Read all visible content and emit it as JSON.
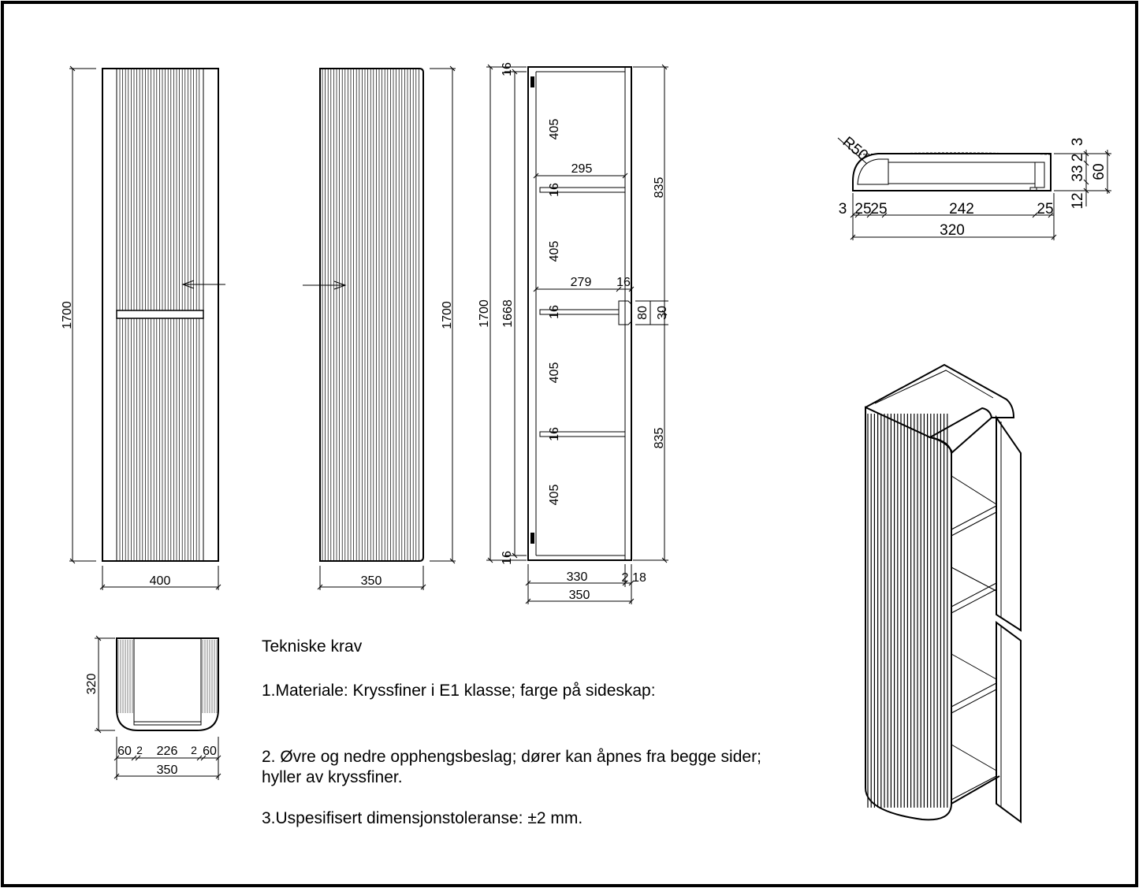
{
  "drawing": {
    "front_view": {
      "height": "1700",
      "width": "400"
    },
    "side_view": {
      "height": "1700",
      "width": "350"
    },
    "section_view": {
      "top_board": "16",
      "bottom_board": "16",
      "compartments": [
        "405",
        "405",
        "405",
        "405"
      ],
      "shelf_thickness": [
        "16",
        "16",
        "16"
      ],
      "inner_width_top": "295",
      "inner_width_mid": "279",
      "mid_gap": "16",
      "bracket_a": "80",
      "bracket_b": "30",
      "overall_outer": "1700",
      "overall_inner": "1668",
      "upper_half": "835",
      "lower_half": "835",
      "bottom_inner": "330",
      "bottom_gap": "2",
      "bottom_side": "18",
      "bottom_total": "350"
    },
    "top_section": {
      "radius": "R50",
      "dims_bottom": [
        "3",
        "25",
        "25",
        "242",
        "25"
      ],
      "total": "320",
      "right_small": [
        "2",
        "3"
      ],
      "right_mid": "33",
      "right_total": "60",
      "right_bottom": "12"
    },
    "plan_view": {
      "depth": "320",
      "parts": [
        "60",
        "2",
        "226",
        "2",
        "60"
      ],
      "total": "350"
    }
  },
  "notes": {
    "title": "Tekniske krav",
    "item1": "1.Materiale: Kryssfiner i E1 klasse; farge på sideskap:",
    "item2": "2. Øvre og nedre opphengsbeslag; dører kan åpnes fra begge sider; hyller av kryssfiner.",
    "item3": "3.Uspesifisert dimensjonstoleranse: ±2 mm."
  }
}
